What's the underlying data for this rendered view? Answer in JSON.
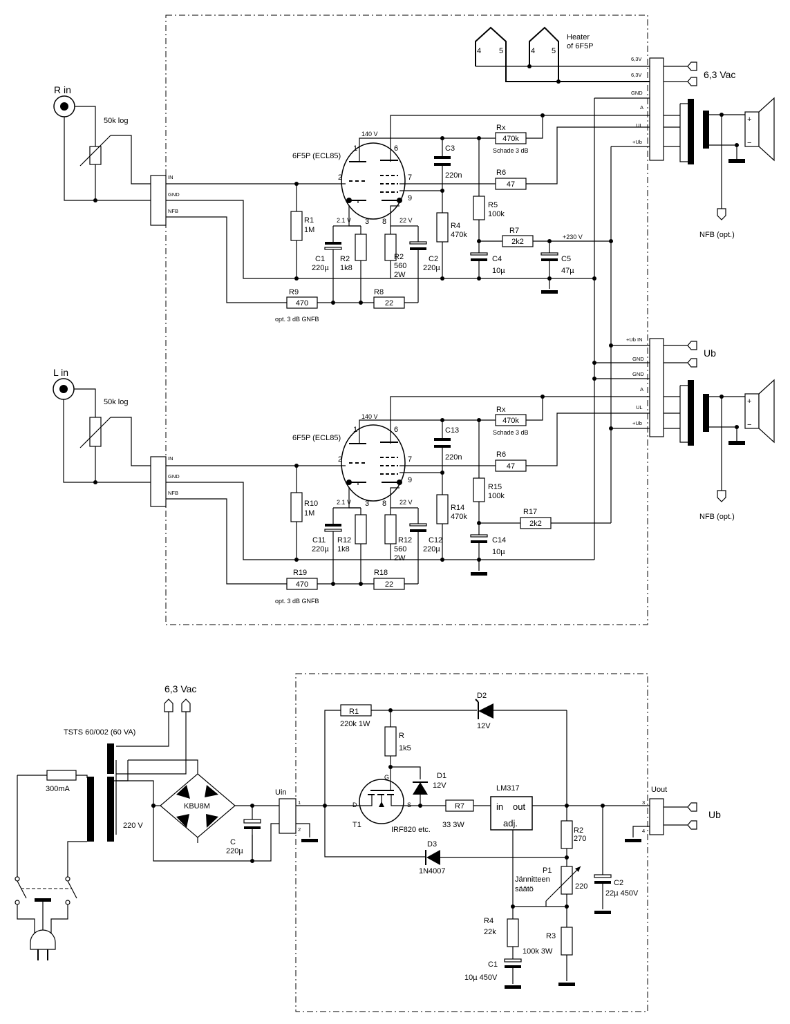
{
  "amp_r": {
    "input_label": "R in",
    "pot": "50k log",
    "conn_in": "IN",
    "conn_gnd": "GND",
    "conn_nfb": "NFB",
    "tube": "6F5P (ECL85)",
    "v_plate": "140 V",
    "v_k1": "2.1 V",
    "v_k2": "22 V",
    "v_supply": "+230 V",
    "p1": "1",
    "p2": "2",
    "p3": "3",
    "p6": "6",
    "p7": "7",
    "p8": "8",
    "p9": "9",
    "rx": "Rx",
    "rx_val": "470k",
    "schade": "Schade 3 dB",
    "c3": "C3",
    "c3_val": "220n",
    "r6": "R6",
    "r6_val": "47",
    "r5": "R5",
    "r5_val": "100k",
    "r7": "R7",
    "r7_val": "2k2",
    "r1": "R1",
    "r1_val": "1M",
    "r4": "R4",
    "r4_val": "470k",
    "c1": "C1",
    "c1_val": "220µ",
    "r2a": "R2",
    "r2a_val": "1k8",
    "r2b": "R2",
    "r2b_val": "560",
    "r2b_w": "2W",
    "c2": "C2",
    "c2_val": "220µ",
    "c4": "C4",
    "c4_val": "10µ",
    "c5": "C5",
    "c5_val": "47µ",
    "r9": "R9",
    "r9_val": "470",
    "r8": "R8",
    "r8_val": "22",
    "gnfb": "opt. 3 dB GNFB",
    "nfb_opt": "NFB (opt.)"
  },
  "amp_l": {
    "input_label": "L in",
    "pot": "50k log",
    "conn_in": "IN",
    "conn_gnd": "GND",
    "conn_nfb": "NFB",
    "tube": "6F5P (ECL85)",
    "v_plate": "140 V",
    "v_k1": "2.1 V",
    "v_k2": "22 V",
    "p1": "1",
    "p2": "2",
    "p3": "3",
    "p6": "6",
    "p7": "7",
    "p8": "8",
    "p9": "9",
    "rx": "Rx",
    "rx_val": "470k",
    "schade": "Schade 3 dB",
    "c13": "C13",
    "c13_val": "220n",
    "r6": "R6",
    "r6_val": "47",
    "r15": "R15",
    "r15_val": "100k",
    "r17": "R17",
    "r17_val": "2k2",
    "r10": "R10",
    "r10_val": "1M",
    "r14": "R14",
    "r14_val": "470k",
    "c11": "C11",
    "c11_val": "220µ",
    "r12a": "R12",
    "r12a_val": "1k8",
    "r12b": "R12",
    "r12b_val": "560",
    "r12b_w": "2W",
    "c12": "C12",
    "c12_val": "220µ",
    "c14": "C14",
    "c14_val": "10µ",
    "r19": "R19",
    "r19_val": "470",
    "r18": "R18",
    "r18_val": "22",
    "gnfb": "opt. 3 dB GNFB",
    "nfb_opt": "NFB (opt.)"
  },
  "heater": {
    "label1": "Heater",
    "label2": "of 6F5P",
    "pin4": "4",
    "pin5": "5",
    "vac": "6,3 Vac"
  },
  "connectors": {
    "v63a": "6,3V",
    "v63b": "6,3V",
    "gnd": "GND",
    "a": "A",
    "ul": "UL",
    "ub": "+Ub",
    "ubin": "+Ub IN",
    "ub_label": "Ub"
  },
  "psu": {
    "vac": "6,3 Vac",
    "transformer": "TSTS 60/002 (60 VA)",
    "fuse": "300mA",
    "sec": "220 V",
    "bridge": "KBU8M",
    "c": "C",
    "c_val": "220µ",
    "uin": "Uin",
    "pin1": "1",
    "pin2": "2",
    "pin3": "3",
    "pin4": "4",
    "r1": "R1",
    "r1_val": "220k 1W",
    "d2": "D2",
    "d2_val": "12V",
    "r": "R",
    "r_val": "1k5",
    "d1": "D1",
    "d1_val": "12V",
    "g": "G",
    "d": "D",
    "s": "S",
    "t1": "T1",
    "t1_val": "IRF820 etc.",
    "r7": "R7",
    "r7_val": "33  3W",
    "lm317": "LM317",
    "in": "in",
    "out": "out",
    "adj": "adj.",
    "uout": "Uout",
    "ub": "Ub",
    "d3": "D3",
    "d3_val": "1N4007",
    "r2": "R2",
    "r2_val": "270",
    "p1": "P1",
    "p1_l1": "Jännitteen",
    "p1_l2": "säätö",
    "p1_val": "220",
    "c2": "C2",
    "c2_val": "22µ 450V",
    "r4": "R4",
    "r4_val": "22k",
    "r3": "R3",
    "r3_val": "100k 3W",
    "c1": "C1",
    "c1_val": "10µ 450V"
  }
}
